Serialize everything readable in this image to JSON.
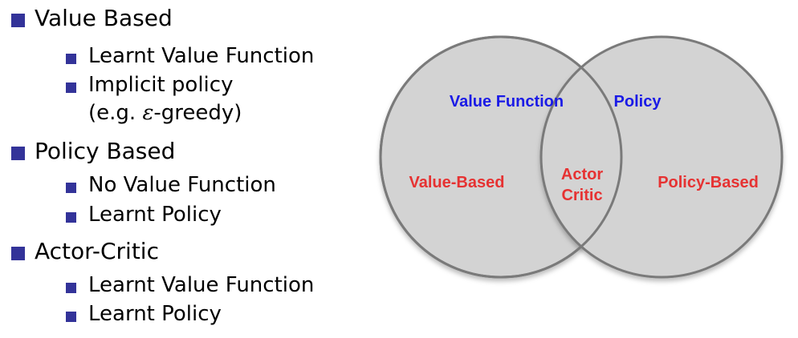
{
  "bullets": [
    {
      "label": "Value Based",
      "children": [
        {
          "label": "Learnt Value Function"
        },
        {
          "label": "Implicit policy",
          "continuation_prefix": "(e.g. ",
          "continuation_symbol": "ε",
          "continuation_suffix": "-greedy)"
        }
      ]
    },
    {
      "label": "Policy Based",
      "children": [
        {
          "label": "No Value Function"
        },
        {
          "label": "Learnt Policy"
        }
      ]
    },
    {
      "label": "Actor-Critic",
      "children": [
        {
          "label": "Learnt Value Function"
        },
        {
          "label": "Learnt Policy"
        }
      ]
    }
  ],
  "venn": {
    "left_circle_title": "Value Function",
    "right_circle_title": "Policy",
    "left_region": "Value-Based",
    "center_region_line1": "Actor",
    "center_region_line2": "Critic",
    "right_region": "Policy-Based",
    "colors": {
      "circle_fill": "#d3d3d3",
      "circle_stroke": "#7a7a7a",
      "title_color": "#1a1ae6",
      "region_color": "#e63232",
      "bullet_color": "#333399"
    }
  }
}
